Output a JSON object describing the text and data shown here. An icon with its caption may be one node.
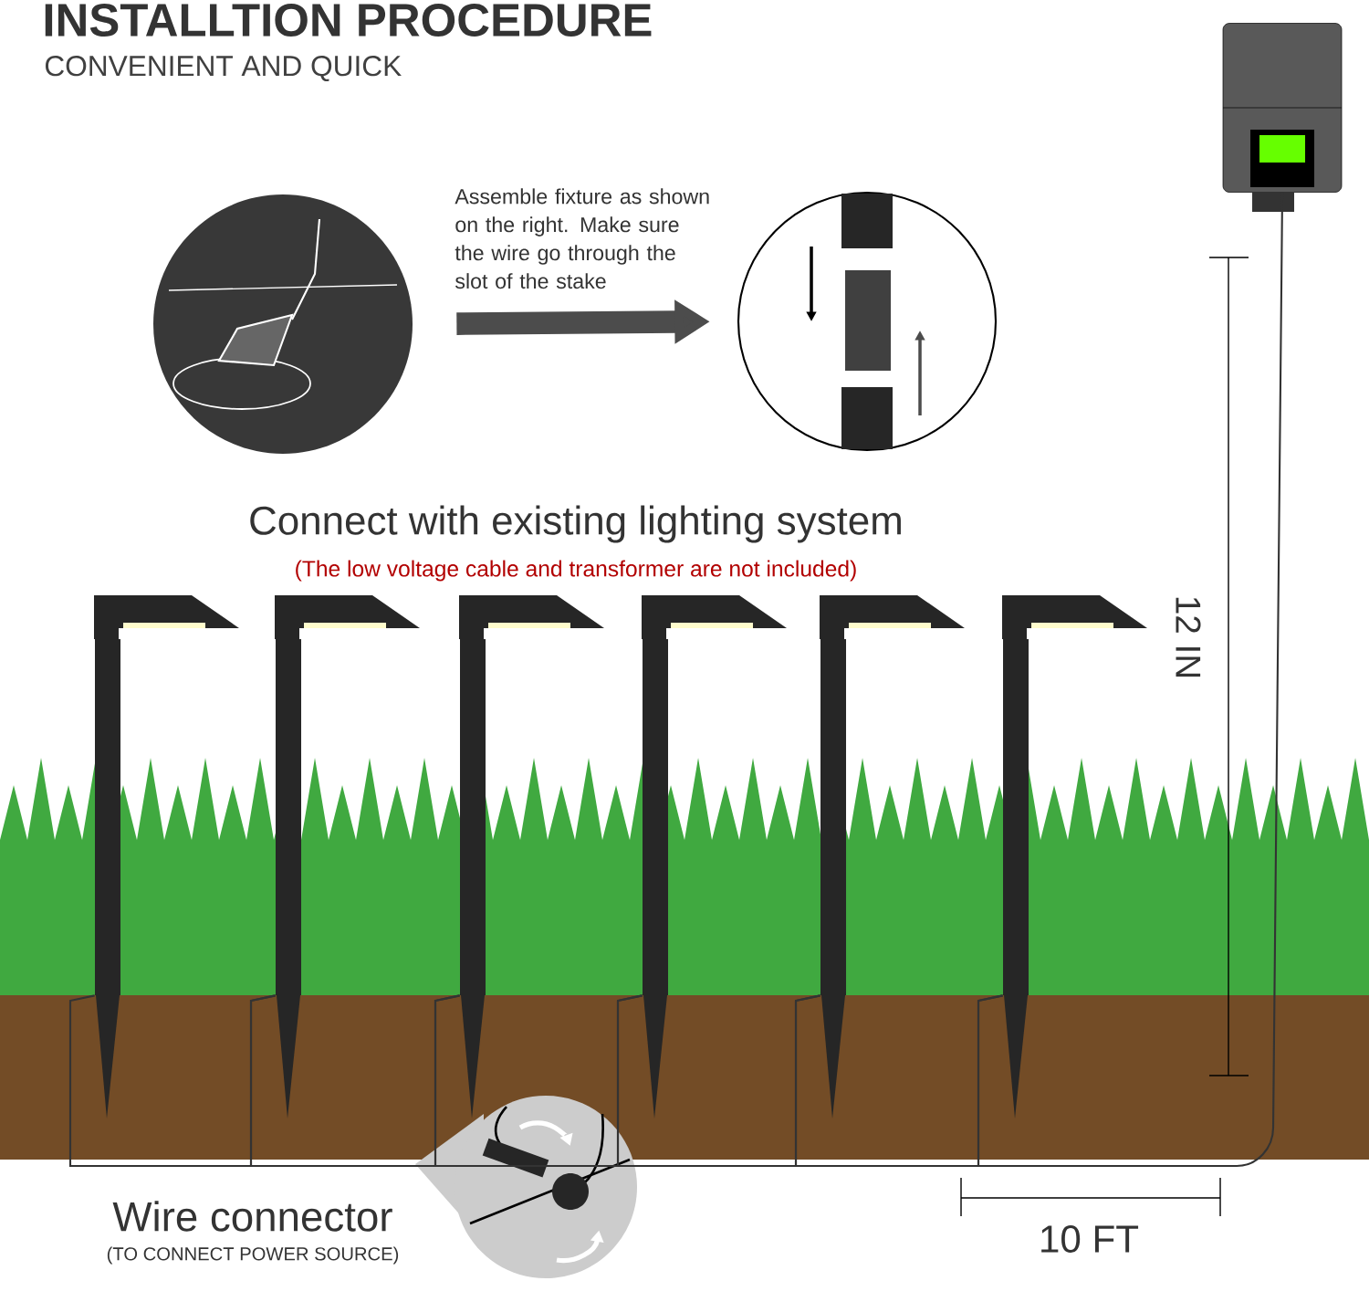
{
  "diagram": {
    "title": "INSTALLTION PROCEDURE",
    "nodes": [
      {
        "text": [],
        "shape": "picture"
      },
      {
        "text": [],
        "shape": "picture"
      },
      {
        "text": [],
        "shape": "picture"
      },
      {
        "text": [],
        "shape": "picture"
      },
      {
        "text": [],
        "shape": "picture"
      },
      {
        "text": [],
        "shape": "picture"
      },
      {
        "text": [],
        "shape": "picture"
      },
      {
        "text": [],
        "shape": "picture"
      },
      {
        "text": [],
        "shape": "picture"
      }
    ],
    "edges": [
      {
        "from": 0,
        "to": 1,
        "arrow": "to",
        "label": "Assemble fixture as shown on the right. Make sure the wire go through the slot of the stake",
        "style": "thick"
      },
      {
        "from": 3,
        "to": 4,
        "arrow": "none"
      },
      {
        "from": 4,
        "to": 5,
        "arrow": "none"
      },
      {
        "from": 5,
        "to": 6,
        "arrow": "none"
      },
      {
        "from": 6,
        "to": 7,
        "arrow": "none"
      },
      {
        "from": 7,
        "to": 8,
        "arrow": "none"
      },
      {
        "from": 8,
        "to": 2,
        "arrow": "none"
      }
    ],
    "labels": [
      "CONVENIENT AND QUICK",
      "Connect with existing lighting system",
      "(The low voltage cable and transformer are not included)",
      "12 IN",
      "Wire connector",
      "(TO CONNECT POWER SOURCE)",
      "10 FT"
    ]
  }
}
